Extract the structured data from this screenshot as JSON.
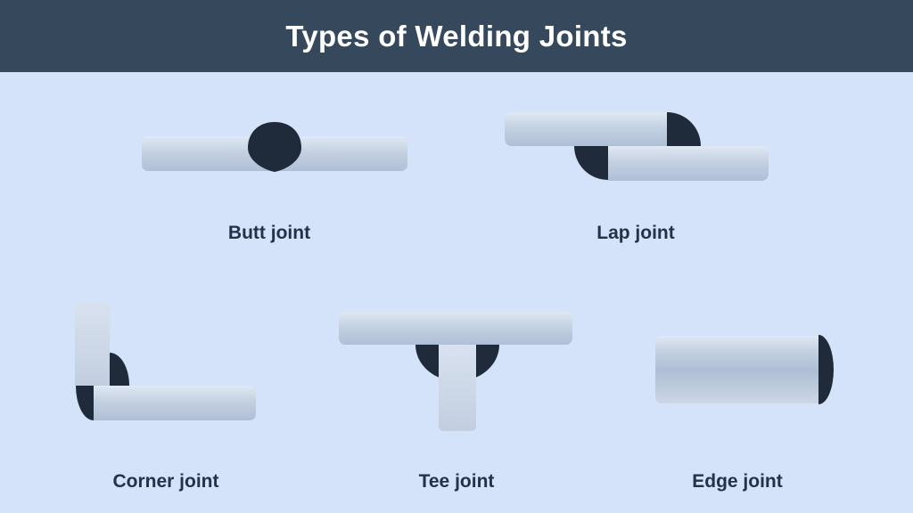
{
  "header": {
    "title": "Types of Welding Joints",
    "bg_color": "#35485c",
    "text_color": "#ffffff"
  },
  "canvas": {
    "bg_color": "#d5e3fa",
    "label_color": "#243247",
    "plate_light_color": "#dfe8f4",
    "plate_dark_color": "#afbfd6",
    "weld_color": "#1f2b3b"
  },
  "joints": [
    {
      "id": "butt",
      "label": "Butt joint"
    },
    {
      "id": "lap",
      "label": "Lap joint"
    },
    {
      "id": "corner",
      "label": "Corner joint"
    },
    {
      "id": "tee",
      "label": "Tee joint"
    },
    {
      "id": "edge",
      "label": "Edge joint"
    }
  ]
}
